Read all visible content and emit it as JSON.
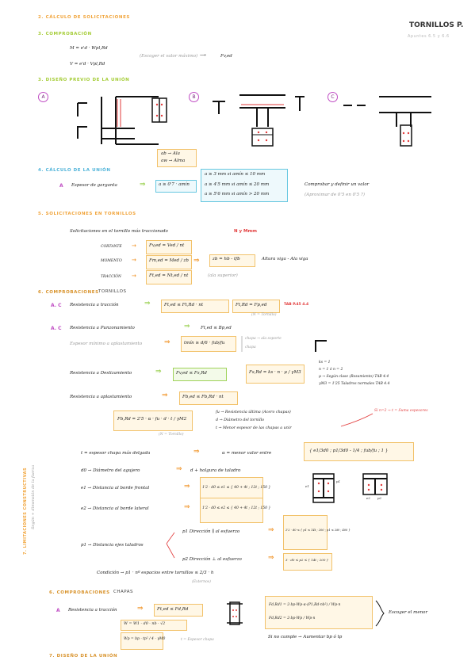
{
  "header": {
    "title": "TORNILLOS P.",
    "subtitle": "Apuntes 6.5 y 6.6"
  },
  "sections": {
    "s2": "2. CÁLCULO DE SOLICITACIONES",
    "s3": "3. COMPROBACIÓN",
    "s4": "3. DISEÑO PREVIO DE LA UNIÓN",
    "s5": "4. CÁLCULO DE LA UNIÓN",
    "s6": "5. SOLICITACIONES EN TORNILLOS",
    "s7": "6. COMPROBACIONES",
    "s7b": "TORNILLOS",
    "s8": "6. COMPROBACIONES",
    "s8b": "CHAPAS",
    "s9": "7. DISEÑO DE LA UNIÓN",
    "side": "7. LIMITACIONES CONSTRUCTIVAS",
    "side2": "Según + dimensión de la fuerza"
  },
  "comp": {
    "m_eq": "M = e'd · Wpl,Rd",
    "v_eq": "V = e'd · Vpl,Rd",
    "note": "(Escoger el valor máximo)",
    "result": "Fv,ed"
  },
  "diseno": {
    "labels": [
      "A",
      "B",
      "C"
    ],
    "box1": "ab → Ala",
    "box2": "aw → Alma"
  },
  "calculo": {
    "letter": "A",
    "text": "Espesor de garganta",
    "box": "a ≥ 0'7 · amín",
    "rules": [
      "a ≥ 3 mm  si  amín ≤ 10 mm",
      "a ≥ 4'5 mm  si  amín ≤ 20 mm",
      "a ≥ 5'6 mm  si  amín > 20 mm"
    ],
    "right": "Comprobar y definir un valor",
    "right2": "(Aproximar de 0'5 en 0'5 ?)"
  },
  "solic": {
    "intro": "Solicitaciones en el tornillo más traccionado",
    "intro_red": "N y Mmm",
    "rows": [
      "CORTANTE",
      "MOMENTO",
      "TRACCIÓN"
    ],
    "f1": "Fv,ed = Ved / nt",
    "f2": "Fm,ed = Med / zb",
    "f3": "Ft,ed = Nt,ed / nt",
    "zb": "zb = hb - tfb",
    "zb_note": "Altura viga - Ala viga",
    "ala_sup": "(ala superior)"
  },
  "torn": {
    "a_c": "A. C",
    "r1": "Resistencia a tracción",
    "r1_box": "Ft,ed ≤ Ft,Rd · nt",
    "r1_res": "Ft,Rd = Fp,ed",
    "r1_tab": "TAB P.45 4.4",
    "r1_note": "(N = Tornillo)",
    "r2": "Resistencia a Punzonamiento",
    "r2_cond": "Ft,ed ≤ Bp,ed",
    "r2_sub": "Espesor mínimo a aplastamiento",
    "r2_box": "tmín ≥ d/6 · fub/fu",
    "r2_chapa": "chapa → ala soporte",
    "r2_chapa2": "chapa",
    "r3": "Resistencia a Deslizamiento",
    "r3_box": "Fv,ed ≤ Fs,Rd",
    "r3_res": "Fs,Rd = ks · n · μ / γM3",
    "r3_list": [
      "ks = 1",
      "n = 1 ó n = 2",
      "μ → Según clase (Rozamiento) TAB 4.4",
      "γM3 = 1'25  Taladros normales TAB 4.4"
    ],
    "r4": "Resistencia a aplastamiento",
    "r4_box": "Fb,ed ≤ Fb,Rd · nt",
    "r4_eq": "Fb,Rd = 2'5 · α · fu · d · t / γM2",
    "r4_note": "(N = Tornillo)",
    "r4_defs": [
      "fu → Resistencia última (Acero chapas)",
      "d → Diámetro del tornillo",
      "t → Menor espesor de las chapas a unir"
    ],
    "red_note": "Si n=2 → t = Suma espesores"
  },
  "limit": {
    "t_line": "t = espesor chapa más delgada",
    "alpha": "α = menor valor entre",
    "alpha_box": "{ e1/3d0 ; p1/3d0 - 1/4 ; fub/fu ; 1 }",
    "d0": "d0 → Diámetro del agujero",
    "d0_box": "d + holgura de taladro",
    "e1": "e1 → Distancia al borde frontal",
    "e1_box": "1'2 · d0 ≤ e1 ≤ { 40 + 4t ; 12t ; 150 }",
    "e2": "e2 → Distancia al borde lateral",
    "e2_box": "1'2 · d0 ≤ e2 ≤ { 40 + 4t ; 12t ; 150 }",
    "p": "p1 → Distancia ejes taladros",
    "p_par": "p1 Dirección ∥ al esfuerzo",
    "p_par_box": "2'2 · d0 ≤ { p1 ≤ 14t ; 200 ; p1 ≤ 28t ; 400 }",
    "p_perp": "p2 Dirección ⊥ al esfuerzo",
    "p_perp_box": "3 · d0 ≤ p2 ≤ { 14t ; 200 }",
    "cond": "Condición → p1 · nº espacios entre tornillos ≤ 2/3 · h",
    "cond_note": "(Externos)",
    "fig_labels": [
      "e1",
      "p1",
      "e2",
      "p2"
    ]
  },
  "chapas": {
    "letter": "A",
    "r1": "Resistencia a tracción",
    "r1_box": "Ft,ed ≤ Fd,Rd",
    "w_eq": "W = W1 - d0 · nb · √2",
    "wp_eq": "Wp = bp · tp² / 4 · γM0",
    "note": "t = Espesor chapa",
    "fd1": "Fd,Rd1 = 2·bp·Wp·α·(P1,Rd·nb²) / Wp·n",
    "fd2": "Fd,Rd2 = 2·bp·Wp / Wp·n",
    "right": "Escoger el menor",
    "if": "Si no cumple → Aumentar bp ó tp"
  }
}
